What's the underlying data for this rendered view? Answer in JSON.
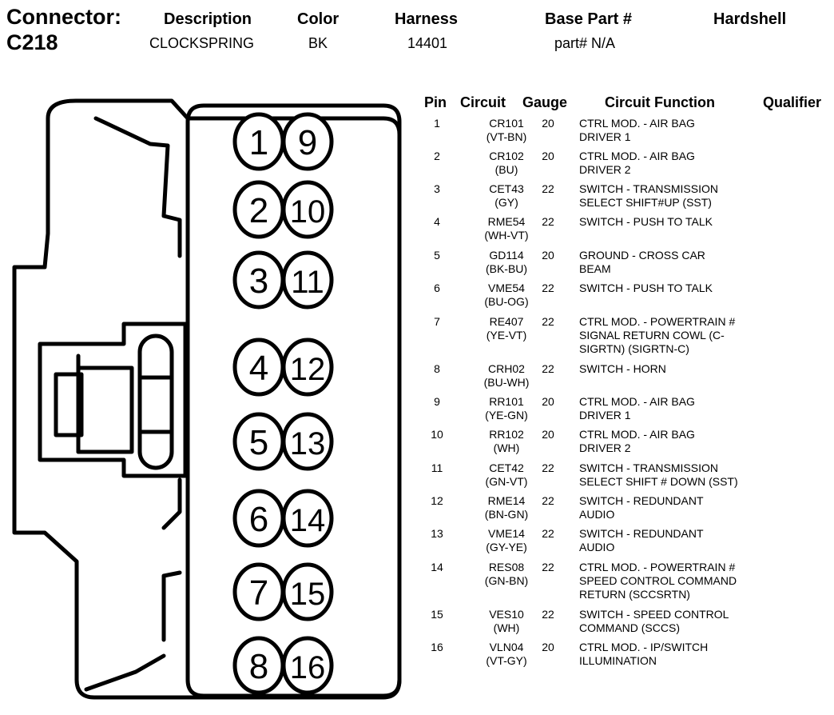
{
  "header": {
    "connector_label": "Connector:",
    "connector_id": "C218",
    "description_label": "Description",
    "description_value": "CLOCKSPRING",
    "color_label": "Color",
    "color_value": "BK",
    "harness_label": "Harness",
    "harness_value": "14401",
    "base_part_label": "Base Part #",
    "base_part_value": "part# N/A",
    "hardshell_label": "Hardshell"
  },
  "table": {
    "headers": {
      "pin": "Pin",
      "circuit": "Circuit",
      "gauge": "Gauge",
      "function": "Circuit Function",
      "qualifier": "Qualifier"
    },
    "rows": [
      {
        "pin": "1",
        "circuit": "CR101",
        "color": "(VT-BN)",
        "gauge": "20",
        "function": [
          "CTRL MOD. - AIR BAG",
          "DRIVER 1"
        ]
      },
      {
        "pin": "2",
        "circuit": "CR102",
        "color": "(BU)",
        "gauge": "20",
        "function": [
          "CTRL MOD. - AIR BAG",
          "DRIVER 2"
        ]
      },
      {
        "pin": "3",
        "circuit": "CET43",
        "color": "(GY)",
        "gauge": "22",
        "function": [
          "SWITCH - TRANSMISSION",
          "SELECT SHIFT#UP (SST)"
        ]
      },
      {
        "pin": "4",
        "circuit": "RME54",
        "color": "(WH-VT)",
        "gauge": "22",
        "function": [
          "SWITCH - PUSH TO TALK"
        ]
      },
      {
        "pin": "5",
        "circuit": "GD114",
        "color": "(BK-BU)",
        "gauge": "20",
        "function": [
          "GROUND - CROSS CAR",
          "BEAM"
        ]
      },
      {
        "pin": "6",
        "circuit": "VME54",
        "color": "(BU-OG)",
        "gauge": "22",
        "function": [
          "SWITCH - PUSH TO TALK"
        ]
      },
      {
        "pin": "7",
        "circuit": "RE407",
        "color": "(YE-VT)",
        "gauge": "22",
        "function": [
          "CTRL MOD. - POWERTRAIN #",
          "SIGNAL RETURN COWL (C-",
          "SIGRTN) (SIGRTN-C)"
        ]
      },
      {
        "pin": "8",
        "circuit": "CRH02",
        "color": "(BU-WH)",
        "gauge": "22",
        "function": [
          "SWITCH - HORN"
        ]
      },
      {
        "pin": "9",
        "circuit": "RR101",
        "color": "(YE-GN)",
        "gauge": "20",
        "function": [
          "CTRL MOD. - AIR BAG",
          "DRIVER 1"
        ]
      },
      {
        "pin": "10",
        "circuit": "RR102",
        "color": "(WH)",
        "gauge": "20",
        "function": [
          "CTRL MOD. - AIR BAG",
          "DRIVER 2"
        ]
      },
      {
        "pin": "11",
        "circuit": "CET42",
        "color": "(GN-VT)",
        "gauge": "22",
        "function": [
          "SWITCH - TRANSMISSION",
          "SELECT SHIFT # DOWN (SST)"
        ]
      },
      {
        "pin": "12",
        "circuit": "RME14",
        "color": "(BN-GN)",
        "gauge": "22",
        "function": [
          "SWITCH - REDUNDANT",
          "AUDIO"
        ]
      },
      {
        "pin": "13",
        "circuit": "VME14",
        "color": "(GY-YE)",
        "gauge": "22",
        "function": [
          "SWITCH - REDUNDANT",
          "AUDIO"
        ]
      },
      {
        "pin": "14",
        "circuit": "RES08",
        "color": "(GN-BN)",
        "gauge": "22",
        "function": [
          "CTRL MOD. - POWERTRAIN #",
          "SPEED CONTROL COMMAND",
          "RETURN (SCCSRTN)"
        ]
      },
      {
        "pin": "15",
        "circuit": "VES10",
        "color": "(WH)",
        "gauge": "22",
        "function": [
          "SWITCH - SPEED CONTROL",
          "COMMAND (SCCS)"
        ]
      },
      {
        "pin": "16",
        "circuit": "VLN04",
        "color": "(VT-GY)",
        "gauge": "20",
        "function": [
          "CTRL MOD. - IP/SWITCH",
          "ILLUMINATION"
        ]
      }
    ]
  },
  "connector": {
    "left_pins": [
      "1",
      "2",
      "3",
      "4",
      "5",
      "6",
      "7",
      "8"
    ],
    "right_pins": [
      "9",
      "10",
      "11",
      "12",
      "13",
      "14",
      "15",
      "16"
    ]
  }
}
